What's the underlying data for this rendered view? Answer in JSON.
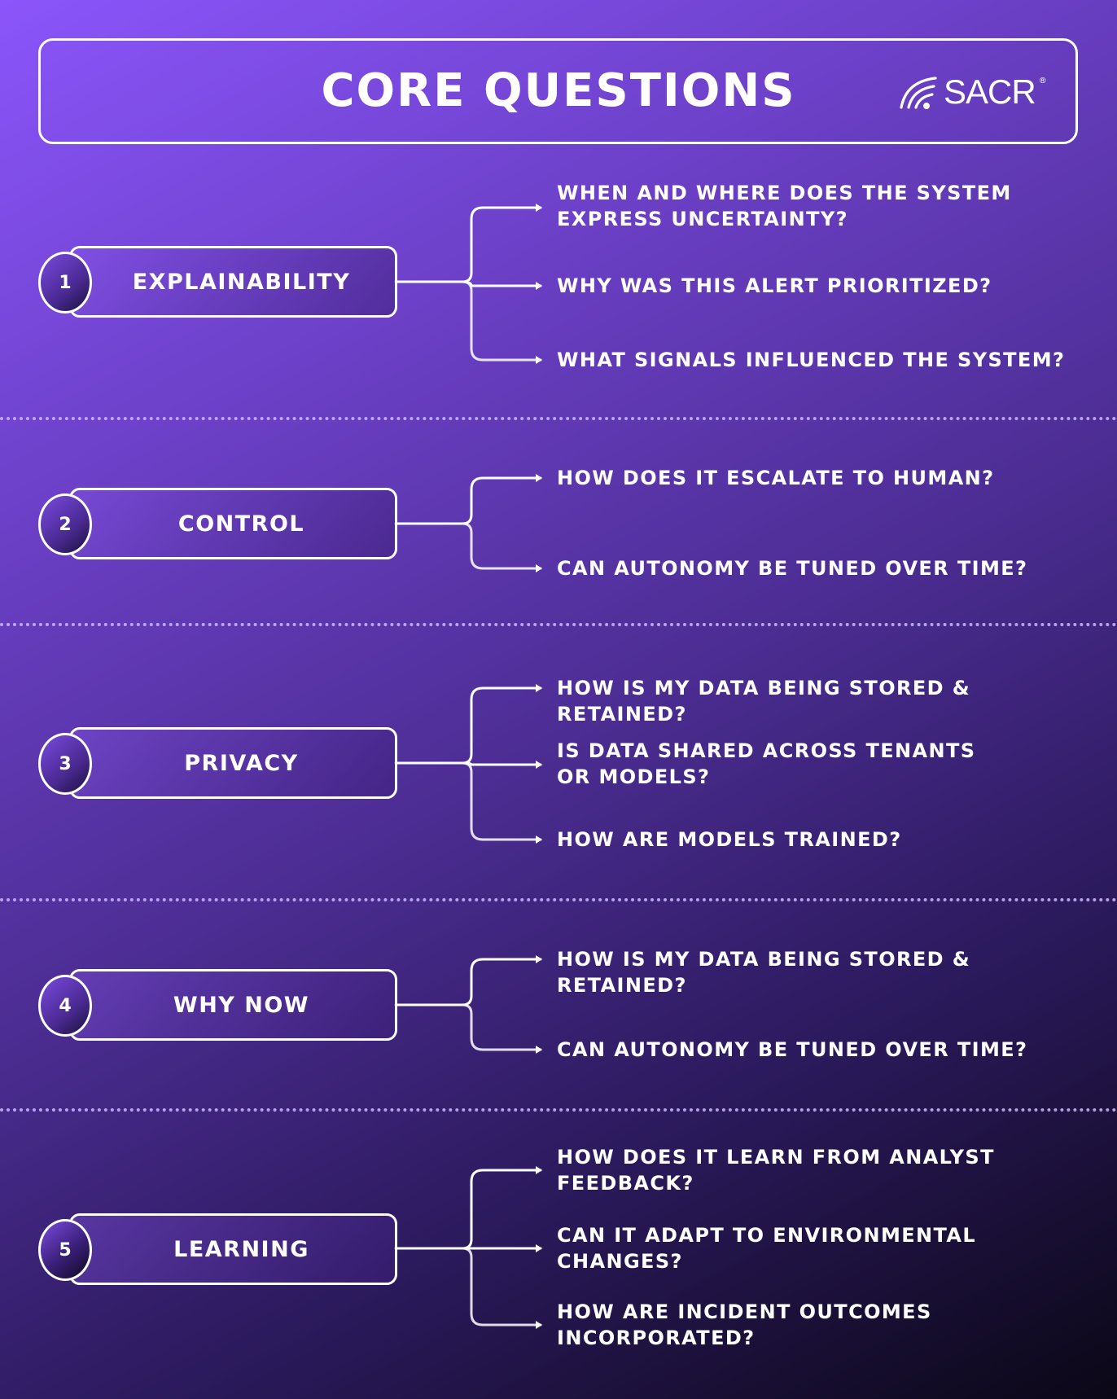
{
  "header": {
    "title": "CORE QUESTIONS",
    "logo_text": "SACR",
    "logo_reg": "®",
    "logo_icon": "wifi-signal-icon"
  },
  "colors": {
    "gradient_start": "#8b55fb",
    "gradient_mid": "#4c2d93",
    "gradient_end": "#0b0716",
    "line": "#ffffff",
    "separator": "#cdb9ff"
  },
  "sections": [
    {
      "number": "1",
      "label": "EXPLAINABILITY",
      "questions": [
        "WHEN AND WHERE DOES THE SYSTEM EXPRESS UNCERTAINTY?",
        "WHY WAS THIS ALERT PRIORITIZED?",
        "WHAT SIGNALS INFLUENCED THE SYSTEM?"
      ]
    },
    {
      "number": "2",
      "label": "CONTROL",
      "questions": [
        "HOW DOES IT ESCALATE TO HUMAN?",
        "CAN AUTONOMY BE TUNED OVER TIME?"
      ]
    },
    {
      "number": "3",
      "label": "PRIVACY",
      "questions": [
        "HOW IS MY DATA BEING STORED & RETAINED?",
        "IS DATA SHARED ACROSS TENANTS OR MODELS?",
        "HOW ARE MODELS TRAINED?"
      ]
    },
    {
      "number": "4",
      "label": "WHY NOW",
      "questions": [
        "HOW IS MY DATA BEING STORED & RETAINED?",
        "CAN AUTONOMY BE TUNED OVER TIME?"
      ]
    },
    {
      "number": "5",
      "label": "LEARNING",
      "questions": [
        "HOW DOES IT LEARN FROM ANALYST FEEDBACK?",
        "CAN IT ADAPT TO ENVIRONMENTAL CHANGES?",
        "HOW ARE INCIDENT OUTCOMES INCORPORATED?"
      ]
    }
  ]
}
